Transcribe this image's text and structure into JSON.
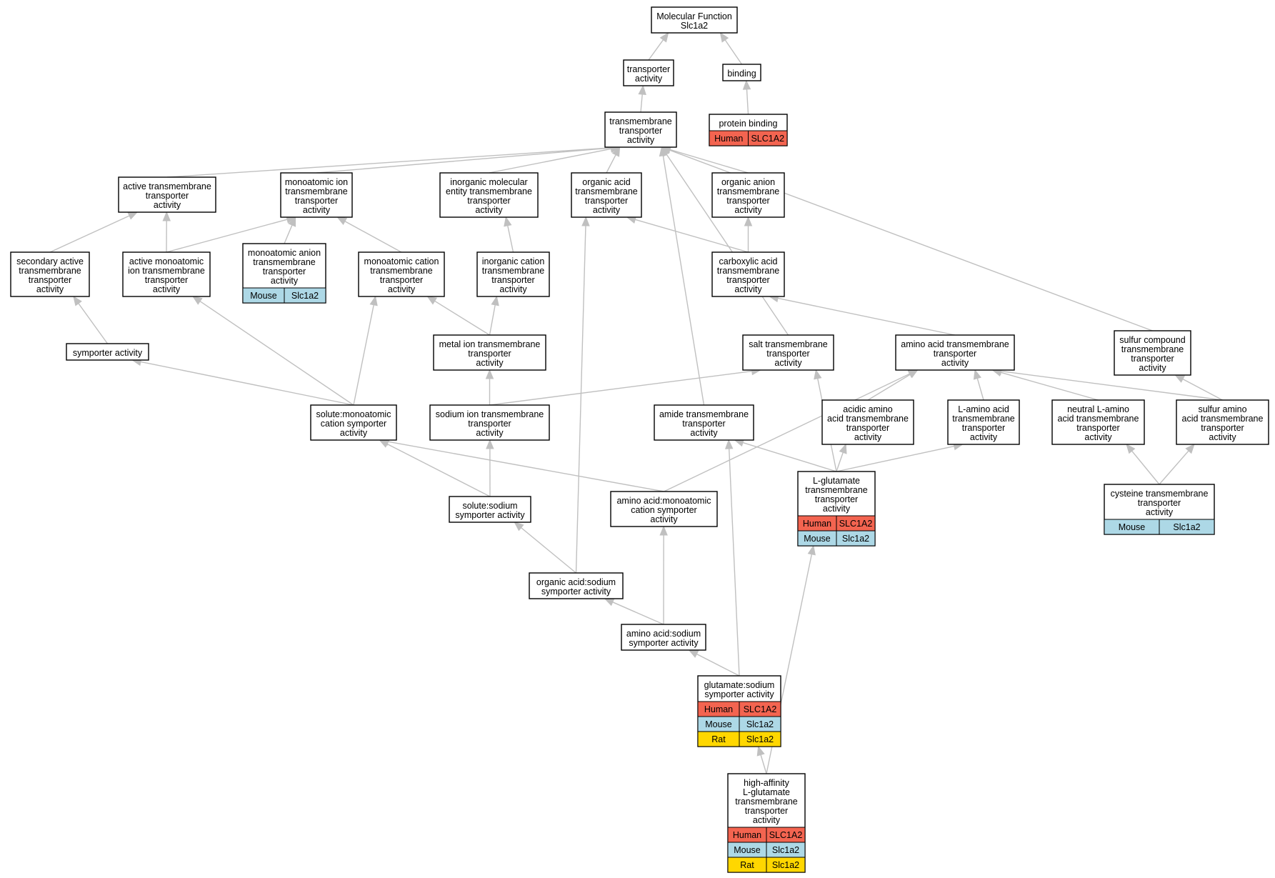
{
  "organism_colors": {
    "Human": "#f36450",
    "Mouse": "#add8e6",
    "Rat": "#ffd700"
  },
  "edge_color": "#c0c0c0",
  "nodes": [
    {
      "id": "mf",
      "lines": [
        "Molecular Function",
        "Slc1a2"
      ],
      "orgs": []
    },
    {
      "id": "ta",
      "lines": [
        "transporter",
        "activity"
      ],
      "orgs": []
    },
    {
      "id": "bind",
      "lines": [
        "binding"
      ],
      "orgs": []
    },
    {
      "id": "tta",
      "lines": [
        "transmembrane",
        "transporter",
        "activity"
      ],
      "orgs": []
    },
    {
      "id": "pb",
      "lines": [
        "protein binding"
      ],
      "orgs": [
        [
          "Human",
          "SLC1A2"
        ]
      ]
    },
    {
      "id": "atta",
      "lines": [
        "active transmembrane",
        "transporter",
        "activity"
      ],
      "orgs": []
    },
    {
      "id": "mitta",
      "lines": [
        "monoatomic ion",
        "transmembrane",
        "transporter",
        "activity"
      ],
      "orgs": []
    },
    {
      "id": "imetta",
      "lines": [
        "inorganic molecular",
        "entity transmembrane",
        "transporter",
        "activity"
      ],
      "orgs": []
    },
    {
      "id": "oatta",
      "lines": [
        "organic acid",
        "transmembrane",
        "transporter",
        "activity"
      ],
      "orgs": []
    },
    {
      "id": "oanta",
      "lines": [
        "organic anion",
        "transmembrane",
        "transporter",
        "activity"
      ],
      "orgs": []
    },
    {
      "id": "satta",
      "lines": [
        "secondary active",
        "transmembrane",
        "transporter",
        "activity"
      ],
      "orgs": []
    },
    {
      "id": "amitta",
      "lines": [
        "active monoatomic",
        "ion transmembrane",
        "transporter",
        "activity"
      ],
      "orgs": []
    },
    {
      "id": "manta",
      "lines": [
        "monoatomic anion",
        "transmembrane",
        "transporter",
        "activity"
      ],
      "orgs": [
        [
          "Mouse",
          "Slc1a2"
        ]
      ]
    },
    {
      "id": "mcta",
      "lines": [
        "monoatomic cation",
        "transmembrane",
        "transporter",
        "activity"
      ],
      "orgs": []
    },
    {
      "id": "icta",
      "lines": [
        "inorganic cation",
        "transmembrane",
        "transporter",
        "activity"
      ],
      "orgs": []
    },
    {
      "id": "cata",
      "lines": [
        "carboxylic acid",
        "transmembrane",
        "transporter",
        "activity"
      ],
      "orgs": []
    },
    {
      "id": "sym",
      "lines": [
        "symporter activity"
      ],
      "orgs": []
    },
    {
      "id": "mitr",
      "lines": [
        "metal ion transmembrane",
        "transporter",
        "activity"
      ],
      "orgs": []
    },
    {
      "id": "salt",
      "lines": [
        "salt transmembrane",
        "transporter",
        "activity"
      ],
      "orgs": []
    },
    {
      "id": "aata",
      "lines": [
        "amino acid transmembrane",
        "transporter",
        "activity"
      ],
      "orgs": []
    },
    {
      "id": "scta",
      "lines": [
        "sulfur compound",
        "transmembrane",
        "transporter",
        "activity"
      ],
      "orgs": []
    },
    {
      "id": "smcs",
      "lines": [
        "solute:monoatomic",
        "cation symporter",
        "activity"
      ],
      "orgs": []
    },
    {
      "id": "sita",
      "lines": [
        "sodium ion transmembrane",
        "transporter",
        "activity"
      ],
      "orgs": []
    },
    {
      "id": "amta",
      "lines": [
        "amide transmembrane",
        "transporter",
        "activity"
      ],
      "orgs": []
    },
    {
      "id": "acaa",
      "lines": [
        "acidic amino",
        "acid transmembrane",
        "transporter",
        "activity"
      ],
      "orgs": []
    },
    {
      "id": "laa",
      "lines": [
        "L-amino acid",
        "transmembrane",
        "transporter",
        "activity"
      ],
      "orgs": []
    },
    {
      "id": "nla",
      "lines": [
        "neutral L-amino",
        "acid transmembrane",
        "transporter",
        "activity"
      ],
      "orgs": []
    },
    {
      "id": "saa",
      "lines": [
        "sulfur amino",
        "acid transmembrane",
        "transporter",
        "activity"
      ],
      "orgs": []
    },
    {
      "id": "sss",
      "lines": [
        "solute:sodium",
        "symporter activity"
      ],
      "orgs": []
    },
    {
      "id": "aamcs",
      "lines": [
        "amino acid:monoatomic",
        "cation symporter",
        "activity"
      ],
      "orgs": []
    },
    {
      "id": "lglu",
      "lines": [
        "L-glutamate",
        "transmembrane",
        "transporter",
        "activity"
      ],
      "orgs": [
        [
          "Human",
          "SLC1A2"
        ],
        [
          "Mouse",
          "Slc1a2"
        ]
      ]
    },
    {
      "id": "cys",
      "lines": [
        "cysteine transmembrane",
        "transporter",
        "activity"
      ],
      "orgs": [
        [
          "Mouse",
          "Slc1a2"
        ]
      ]
    },
    {
      "id": "oass",
      "lines": [
        "organic acid:sodium",
        "symporter activity"
      ],
      "orgs": []
    },
    {
      "id": "aass",
      "lines": [
        "amino acid:sodium",
        "symporter activity"
      ],
      "orgs": []
    },
    {
      "id": "gss",
      "lines": [
        "glutamate:sodium",
        "symporter activity"
      ],
      "orgs": [
        [
          "Human",
          "SLC1A2"
        ],
        [
          "Mouse",
          "Slc1a2"
        ],
        [
          "Rat",
          "Slc1a2"
        ]
      ]
    },
    {
      "id": "hal",
      "lines": [
        "high-affinity",
        "L-glutamate",
        "transmembrane",
        "transporter",
        "activity"
      ],
      "orgs": [
        [
          "Human",
          "SLC1A2"
        ],
        [
          "Mouse",
          "Slc1a2"
        ],
        [
          "Rat",
          "Slc1a2"
        ]
      ]
    }
  ],
  "edges": [
    [
      "ta",
      "mf"
    ],
    [
      "bind",
      "mf"
    ],
    [
      "tta",
      "ta"
    ],
    [
      "pb",
      "bind"
    ],
    [
      "atta",
      "tta"
    ],
    [
      "mitta",
      "tta"
    ],
    [
      "imetta",
      "tta"
    ],
    [
      "oatta",
      "tta"
    ],
    [
      "oanta",
      "tta"
    ],
    [
      "salt",
      "tta"
    ],
    [
      "amta",
      "tta"
    ],
    [
      "scta",
      "tta"
    ],
    [
      "satta",
      "atta"
    ],
    [
      "amitta",
      "atta"
    ],
    [
      "amitta",
      "mitta"
    ],
    [
      "manta",
      "mitta"
    ],
    [
      "mcta",
      "mitta"
    ],
    [
      "icta",
      "imetta"
    ],
    [
      "cata",
      "oatta"
    ],
    [
      "cata",
      "oanta"
    ],
    [
      "sym",
      "satta"
    ],
    [
      "smcs",
      "sym"
    ],
    [
      "smcs",
      "amitta"
    ],
    [
      "smcs",
      "mcta"
    ],
    [
      "mitr",
      "mcta"
    ],
    [
      "mitr",
      "icta"
    ],
    [
      "sita",
      "mitr"
    ],
    [
      "sita",
      "salt"
    ],
    [
      "aata",
      "cata"
    ],
    [
      "acaa",
      "aata"
    ],
    [
      "laa",
      "aata"
    ],
    [
      "nla",
      "aata"
    ],
    [
      "saa",
      "aata"
    ],
    [
      "saa",
      "scta"
    ],
    [
      "sss",
      "smcs"
    ],
    [
      "sss",
      "sita"
    ],
    [
      "aamcs",
      "smcs"
    ],
    [
      "aamcs",
      "aata"
    ],
    [
      "lglu",
      "salt"
    ],
    [
      "lglu",
      "amta"
    ],
    [
      "lglu",
      "acaa"
    ],
    [
      "lglu",
      "laa"
    ],
    [
      "cys",
      "nla"
    ],
    [
      "cys",
      "saa"
    ],
    [
      "oass",
      "sss"
    ],
    [
      "oass",
      "oatta"
    ],
    [
      "aass",
      "oass"
    ],
    [
      "aass",
      "aamcs"
    ],
    [
      "gss",
      "aass"
    ],
    [
      "gss",
      "amta"
    ],
    [
      "hal",
      "gss"
    ],
    [
      "hal",
      "lglu"
    ]
  ]
}
